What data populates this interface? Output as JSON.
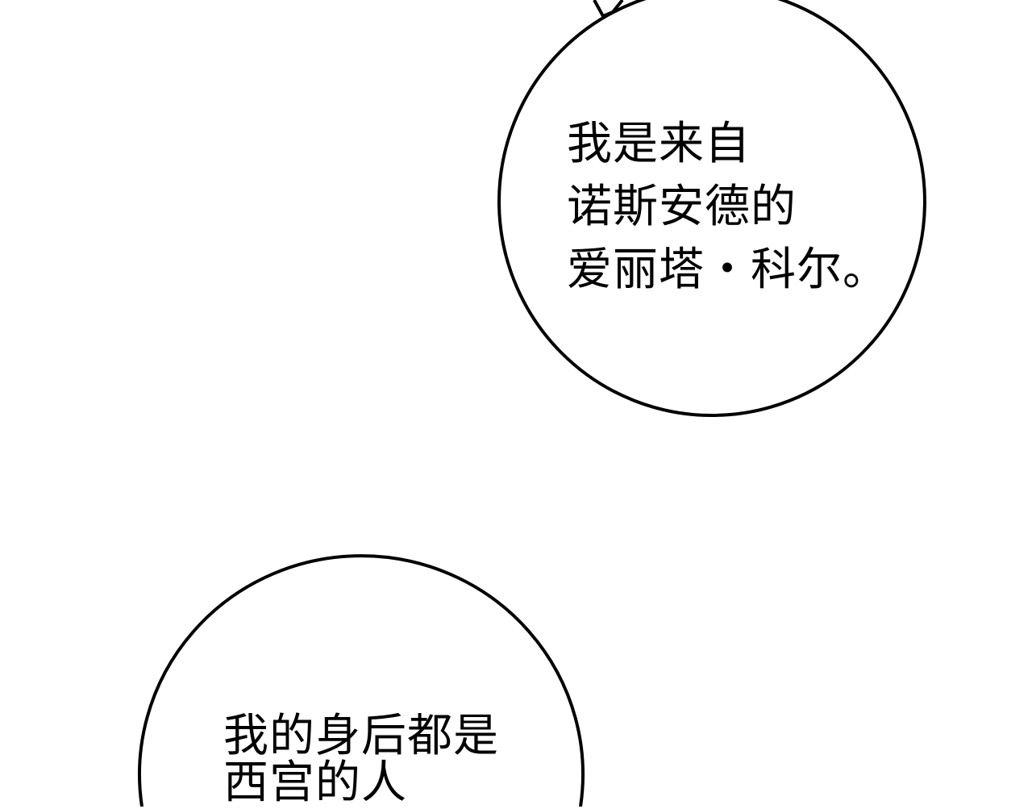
{
  "colors": {
    "background": "#ffffff",
    "ink": "#000000"
  },
  "bubbles": [
    {
      "lines": [
        "我是来自",
        "诺斯安德的",
        "爱丽塔・科尔。"
      ]
    },
    {
      "lines": [
        "我的身后都是",
        "西宫的人"
      ]
    }
  ]
}
